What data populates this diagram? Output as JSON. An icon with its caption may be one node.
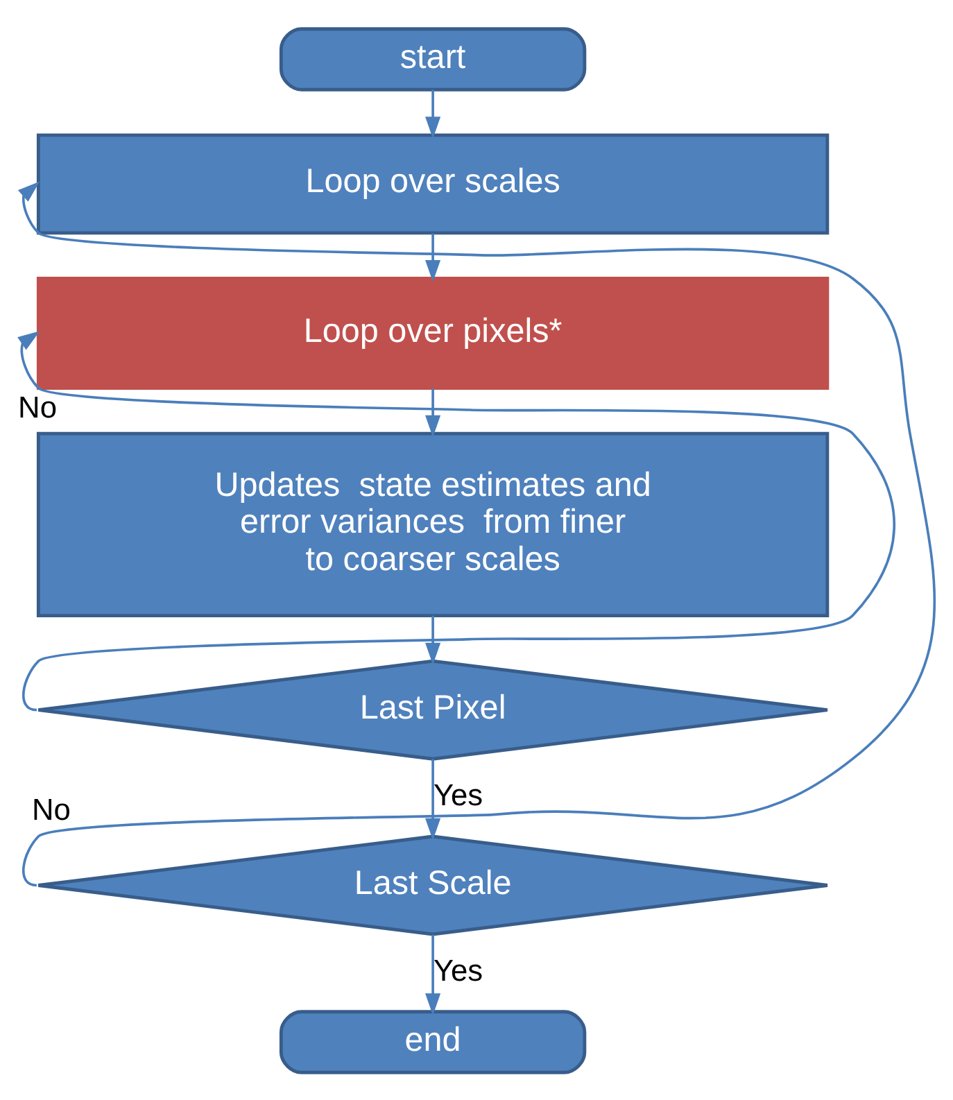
{
  "diagram": {
    "nodes": [
      {
        "text": [
          "start"
        ]
      },
      {
        "text": [
          "Loop over scales"
        ]
      },
      {
        "text": [
          "Loop over pixels*"
        ]
      },
      {
        "text": [
          "Updates  state estimates and error variances  from finer to coarser scales"
        ]
      },
      {
        "text": [
          "Last Pixel"
        ]
      },
      {
        "text": [
          "Last Scale"
        ]
      },
      {
        "text": [
          "end"
        ]
      }
    ],
    "edges": [
      {
        "from": 0,
        "to": 1,
        "arrow": "to"
      },
      {
        "from": 1,
        "to": 2,
        "arrow": "to"
      },
      {
        "from": 2,
        "to": 3,
        "arrow": "to"
      },
      {
        "from": 3,
        "to": 4,
        "arrow": "to"
      },
      {
        "from": 4,
        "to": 5,
        "arrow": "to",
        "label": "Yes"
      },
      {
        "from": 5,
        "to": 6,
        "arrow": "to",
        "label": "Yes"
      },
      {
        "from": 4,
        "to": 2,
        "arrow": "to",
        "label": "No"
      },
      {
        "from": 5,
        "to": 1,
        "arrow": "to",
        "label": "No"
      }
    ]
  }
}
